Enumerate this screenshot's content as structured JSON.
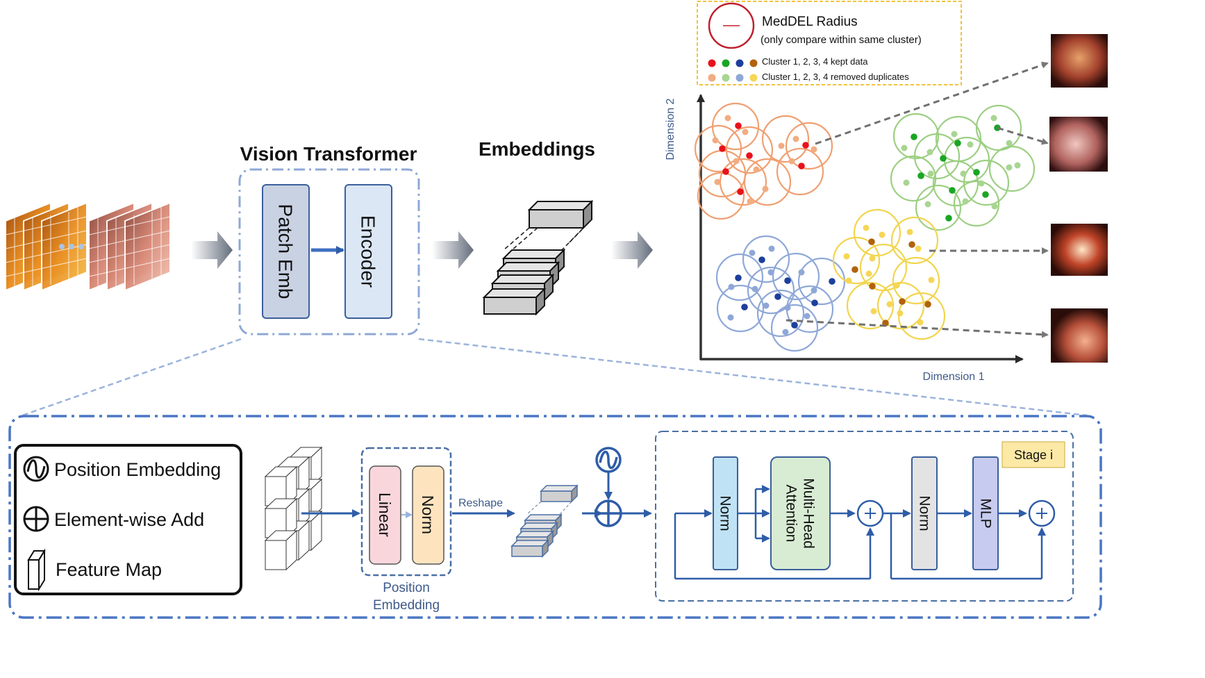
{
  "diagram": {
    "vit": {
      "title": "Vision Transformer",
      "patch_emb": "Patch Emb",
      "encoder": "Encoder"
    },
    "embeddings": {
      "title": "Embeddings"
    },
    "scatter": {
      "legend": {
        "radius_title": "MedDEL Radius",
        "radius_note": "(only compare within same cluster)",
        "kept_label": "Cluster 1, 2, 3, 4 kept data",
        "removed_label": "Cluster 1, 2, 3, 4 removed duplicates"
      },
      "xlabel": "Dimension 1",
      "ylabel": "Dimension 2",
      "colors": {
        "kept": [
          "#e8121b",
          "#19a623",
          "#1c3f9c",
          "#b0620d"
        ],
        "removed": [
          "#f2ac82",
          "#a8d592",
          "#8ea7d8",
          "#f6d657"
        ],
        "ring": [
          "#f0a072",
          "#9ccf82",
          "#8fa8d8",
          "#f1d54f"
        ]
      }
    },
    "detail": {
      "legend": {
        "position_embedding": "Position Embedding",
        "element_wise_add": "Element-wise Add",
        "feature_map": "Feature Map"
      },
      "linear": "Linear",
      "norm": "Norm",
      "reshape": "Reshape",
      "position_embedding_caption_1": "Position",
      "position_embedding_caption_2": "Embedding",
      "stage": "Stage i",
      "norm_1": "Norm",
      "mha_line1": "Multi-Head",
      "mha_line2": "Attention",
      "norm_2": "Norm",
      "mlp": "MLP"
    }
  }
}
